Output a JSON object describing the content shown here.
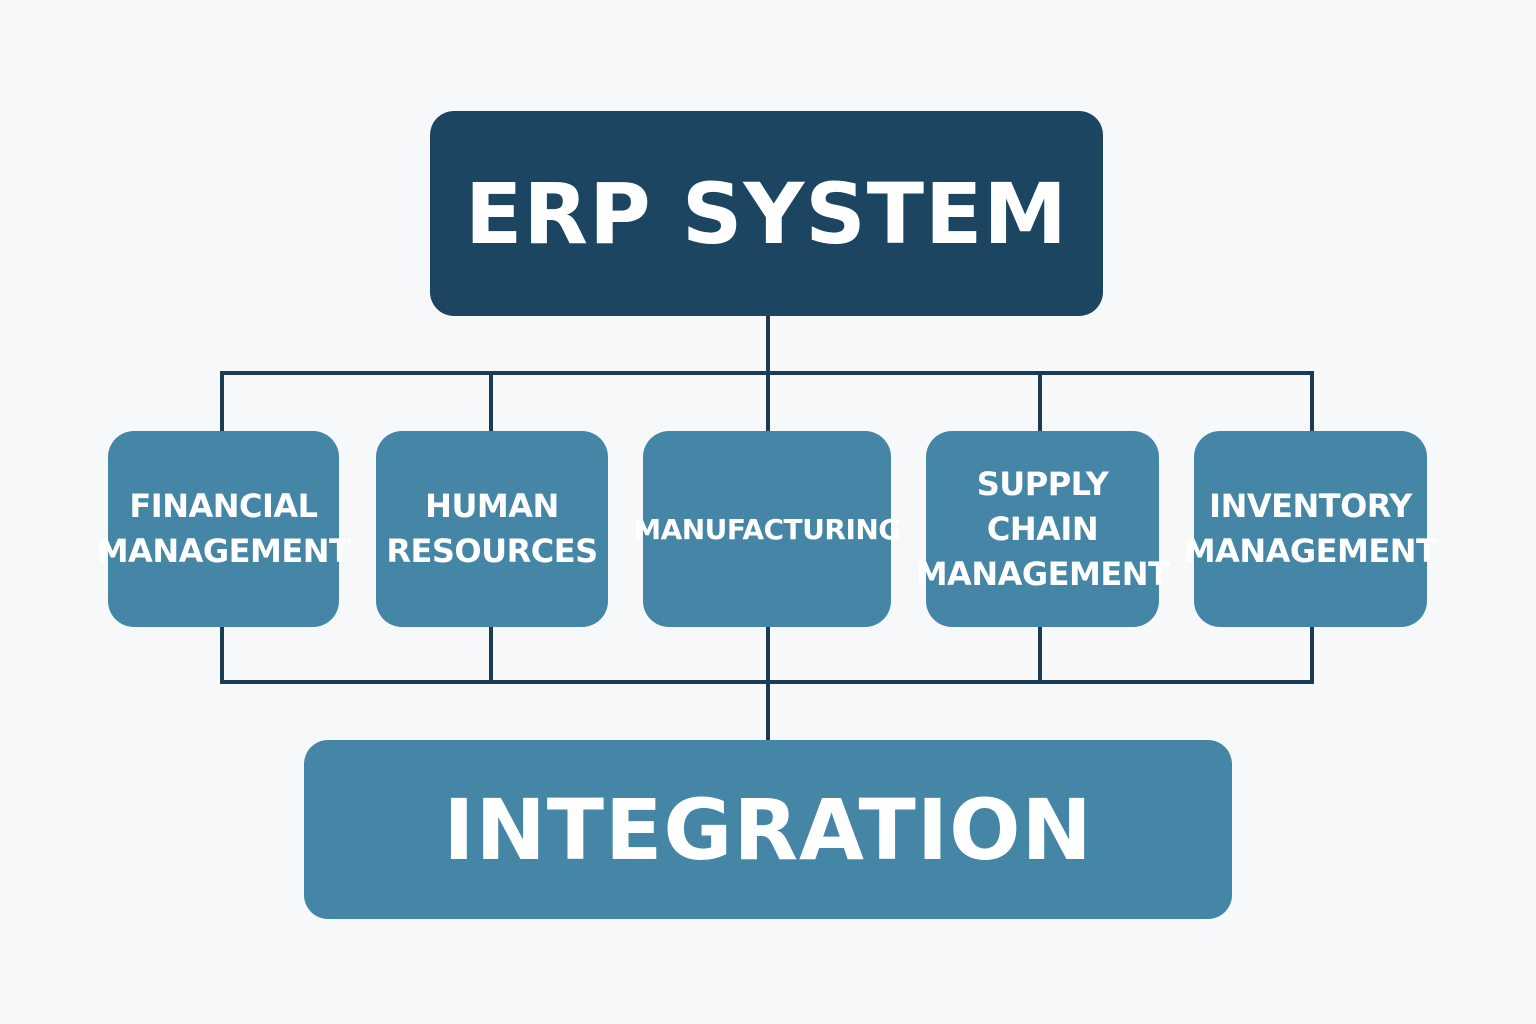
{
  "diagram": {
    "title": "ERP SYSTEM",
    "modules": [
      {
        "label": "FINANCIAL\nMANAGEMENT"
      },
      {
        "label": "HUMAN\nRESOURCES"
      },
      {
        "label": "MANUFACTURING"
      },
      {
        "label": "SUPPLY\nCHAIN\nMANAGEMENT"
      },
      {
        "label": "INVENTORY\nMANAGEMENT"
      }
    ],
    "footer": "INTEGRATION",
    "colors": {
      "background": "#f7f8f9",
      "top_box": "#1c4562",
      "module_box": "#4586a7",
      "connector": "#1c3b55",
      "text": "#ffffff"
    }
  }
}
